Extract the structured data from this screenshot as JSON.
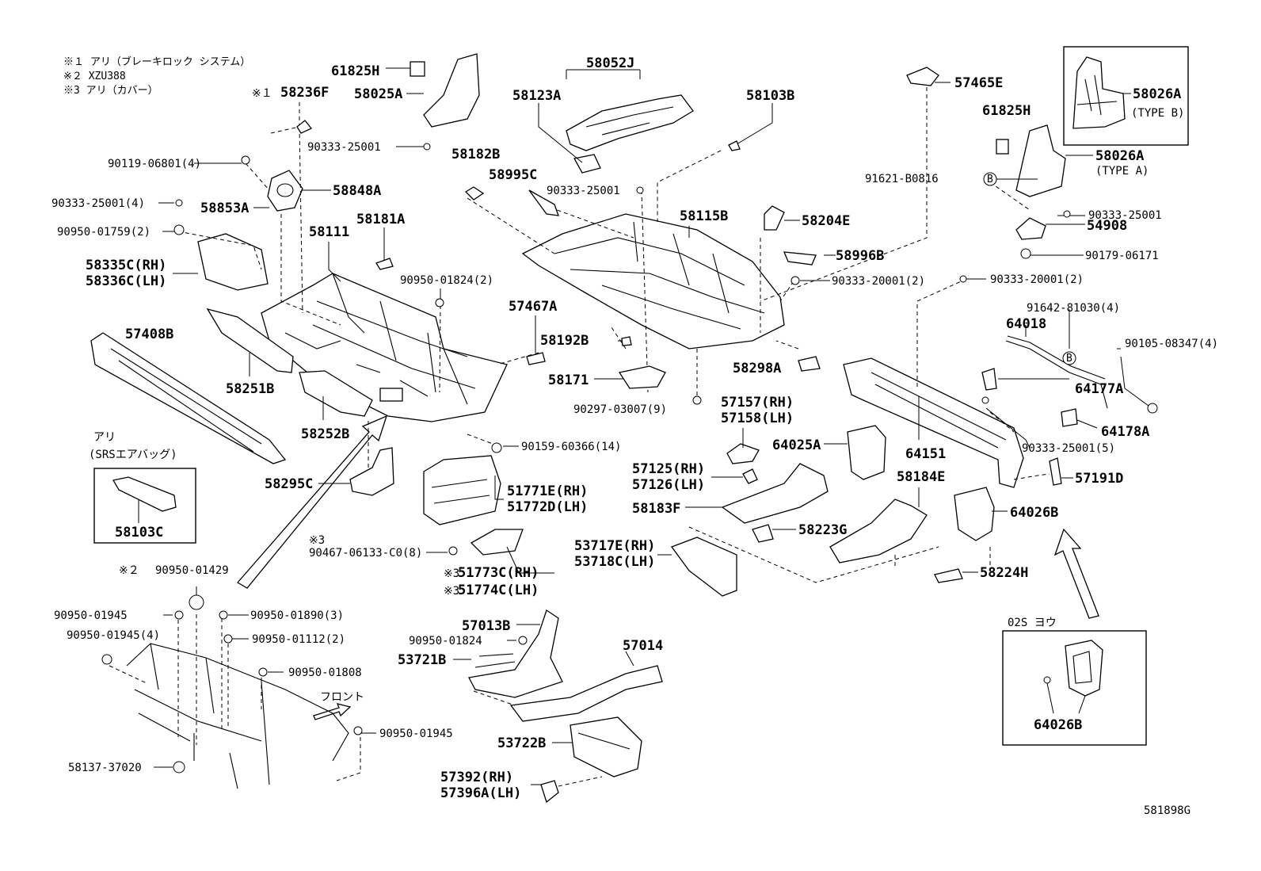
{
  "diagram": {
    "notes": [
      "※１ アリ（ブレーキロック システム）",
      "※２ XZU388",
      "※3 アリ（カバー）"
    ],
    "note_markers": {
      "m1": "※１",
      "m2": "※２",
      "m3": "※3",
      "m3b": "※3",
      "m3c": "※3"
    },
    "inset_airbag": {
      "title_1": "アリ",
      "title_2": "(SRSエアバッグ)",
      "part": "58103C"
    },
    "inset_type": {
      "part": "58026A",
      "type": "(TYPE B)"
    },
    "inset_bottom": {
      "title": "02S ヨウ",
      "part": "64026B"
    },
    "front_label": "フロント",
    "diagram_id": "581898G",
    "labels": {
      "l61825H_a": "61825H",
      "l58025A": "58025A",
      "l58236F": "58236F",
      "l58052J": "58052J",
      "l58123A": "58123A",
      "l58103B": "58103B",
      "l57465E": "57465E",
      "l61825H_b": "61825H",
      "l58026A_a": "58026A",
      "l_typeA": "(TYPE A)",
      "l90333_25001_a": "90333-25001",
      "l90119": "90119-06801(4)",
      "l58848A": "58848A",
      "l58182B": "58182B",
      "l58995C": "58995C",
      "l90333_25001_b": "90333-25001",
      "l91621": "91621-B0816",
      "l90333_25001_c": "90333-25001",
      "l90333_25001_4": "90333-25001(4)",
      "l58853A": "58853A",
      "l58111": "58111",
      "l58181A": "58181A",
      "l58115B": "58115B",
      "l58204E": "58204E",
      "l54908": "54908",
      "l90950_01759": "90950-01759(2)",
      "l58996B": "58996B",
      "l90179": "90179-06171",
      "l58335C": "58335C(RH)",
      "l58336C": "58336C(LH)",
      "l90950_01824_2": "90950-01824(2)",
      "l90333_20001_a": "90333-20001(2)",
      "l90333_20001_b": "90333-20001(2)",
      "l91642": "91642-81030(4)",
      "l57467A": "57467A",
      "l64018": "64018",
      "l57408B": "57408B",
      "l58192B": "58192B",
      "l90105": "90105-08347(4)",
      "l58298A": "58298A",
      "l58251B": "58251B",
      "l58171": "58171",
      "l64177A": "64177A",
      "l90297": "90297-03007(9)",
      "l57157": "57157(RH)",
      "l57158": "57158(LH)",
      "l64178A": "64178A",
      "l58252B": "58252B",
      "l90159": "90159-60366(14)",
      "l64025A": "64025A",
      "l64151": "64151",
      "l90333_25001_5": "90333-25001(5)",
      "l57125": "57125(RH)",
      "l57126": "57126(LH)",
      "l58184E": "58184E",
      "l57191D": "57191D",
      "l58295C": "58295C",
      "l51771E": "51771E(RH)",
      "l51772D": "51772D(LH)",
      "l58183F": "58183F",
      "l64026B_a": "64026B",
      "l58223G": "58223G",
      "l90467": "90467-06133-C0(8)",
      "l53717E": "53717E(RH)",
      "l53718C": "53718C(LH)",
      "l51773C": "51773C(RH)",
      "l51774C": "51774C(LH)",
      "l58224H": "58224H",
      "l90950_01429": "90950-01429",
      "l90950_01945_a": "90950-01945",
      "l90950_01890": "90950-01890(3)",
      "l57013B": "57013B",
      "l90950_01945_4": "90950-01945(4)",
      "l90950_01112": "90950-01112(2)",
      "l90950_01824": "90950-01824",
      "l53721B": "53721B",
      "l57014": "57014",
      "l90950_01808": "90950-01808",
      "l90950_01945_b": "90950-01945",
      "l53722B": "53722B",
      "l58137": "58137-37020",
      "l57392": "57392(RH)",
      "l57396A": "57396A(LH)"
    }
  }
}
